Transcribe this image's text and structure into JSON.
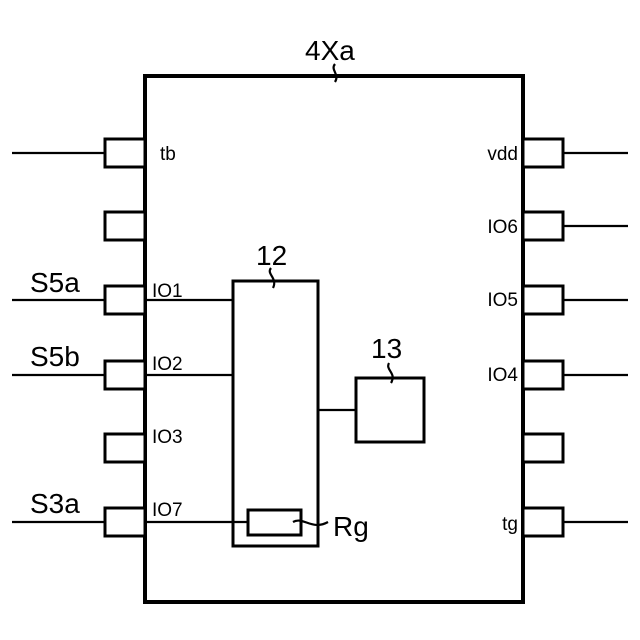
{
  "component_label": "4Xa",
  "block_12_label": "12",
  "block_13_label": "13",
  "resistor_label": "Rg",
  "left_pins": [
    "tb",
    "",
    "IO1",
    "IO2",
    "IO3",
    "IO7"
  ],
  "right_pins": [
    "vdd",
    "IO6",
    "IO5",
    "IO4",
    "",
    "tg"
  ],
  "signals": [
    "S5a",
    "S5b",
    "S3a"
  ]
}
